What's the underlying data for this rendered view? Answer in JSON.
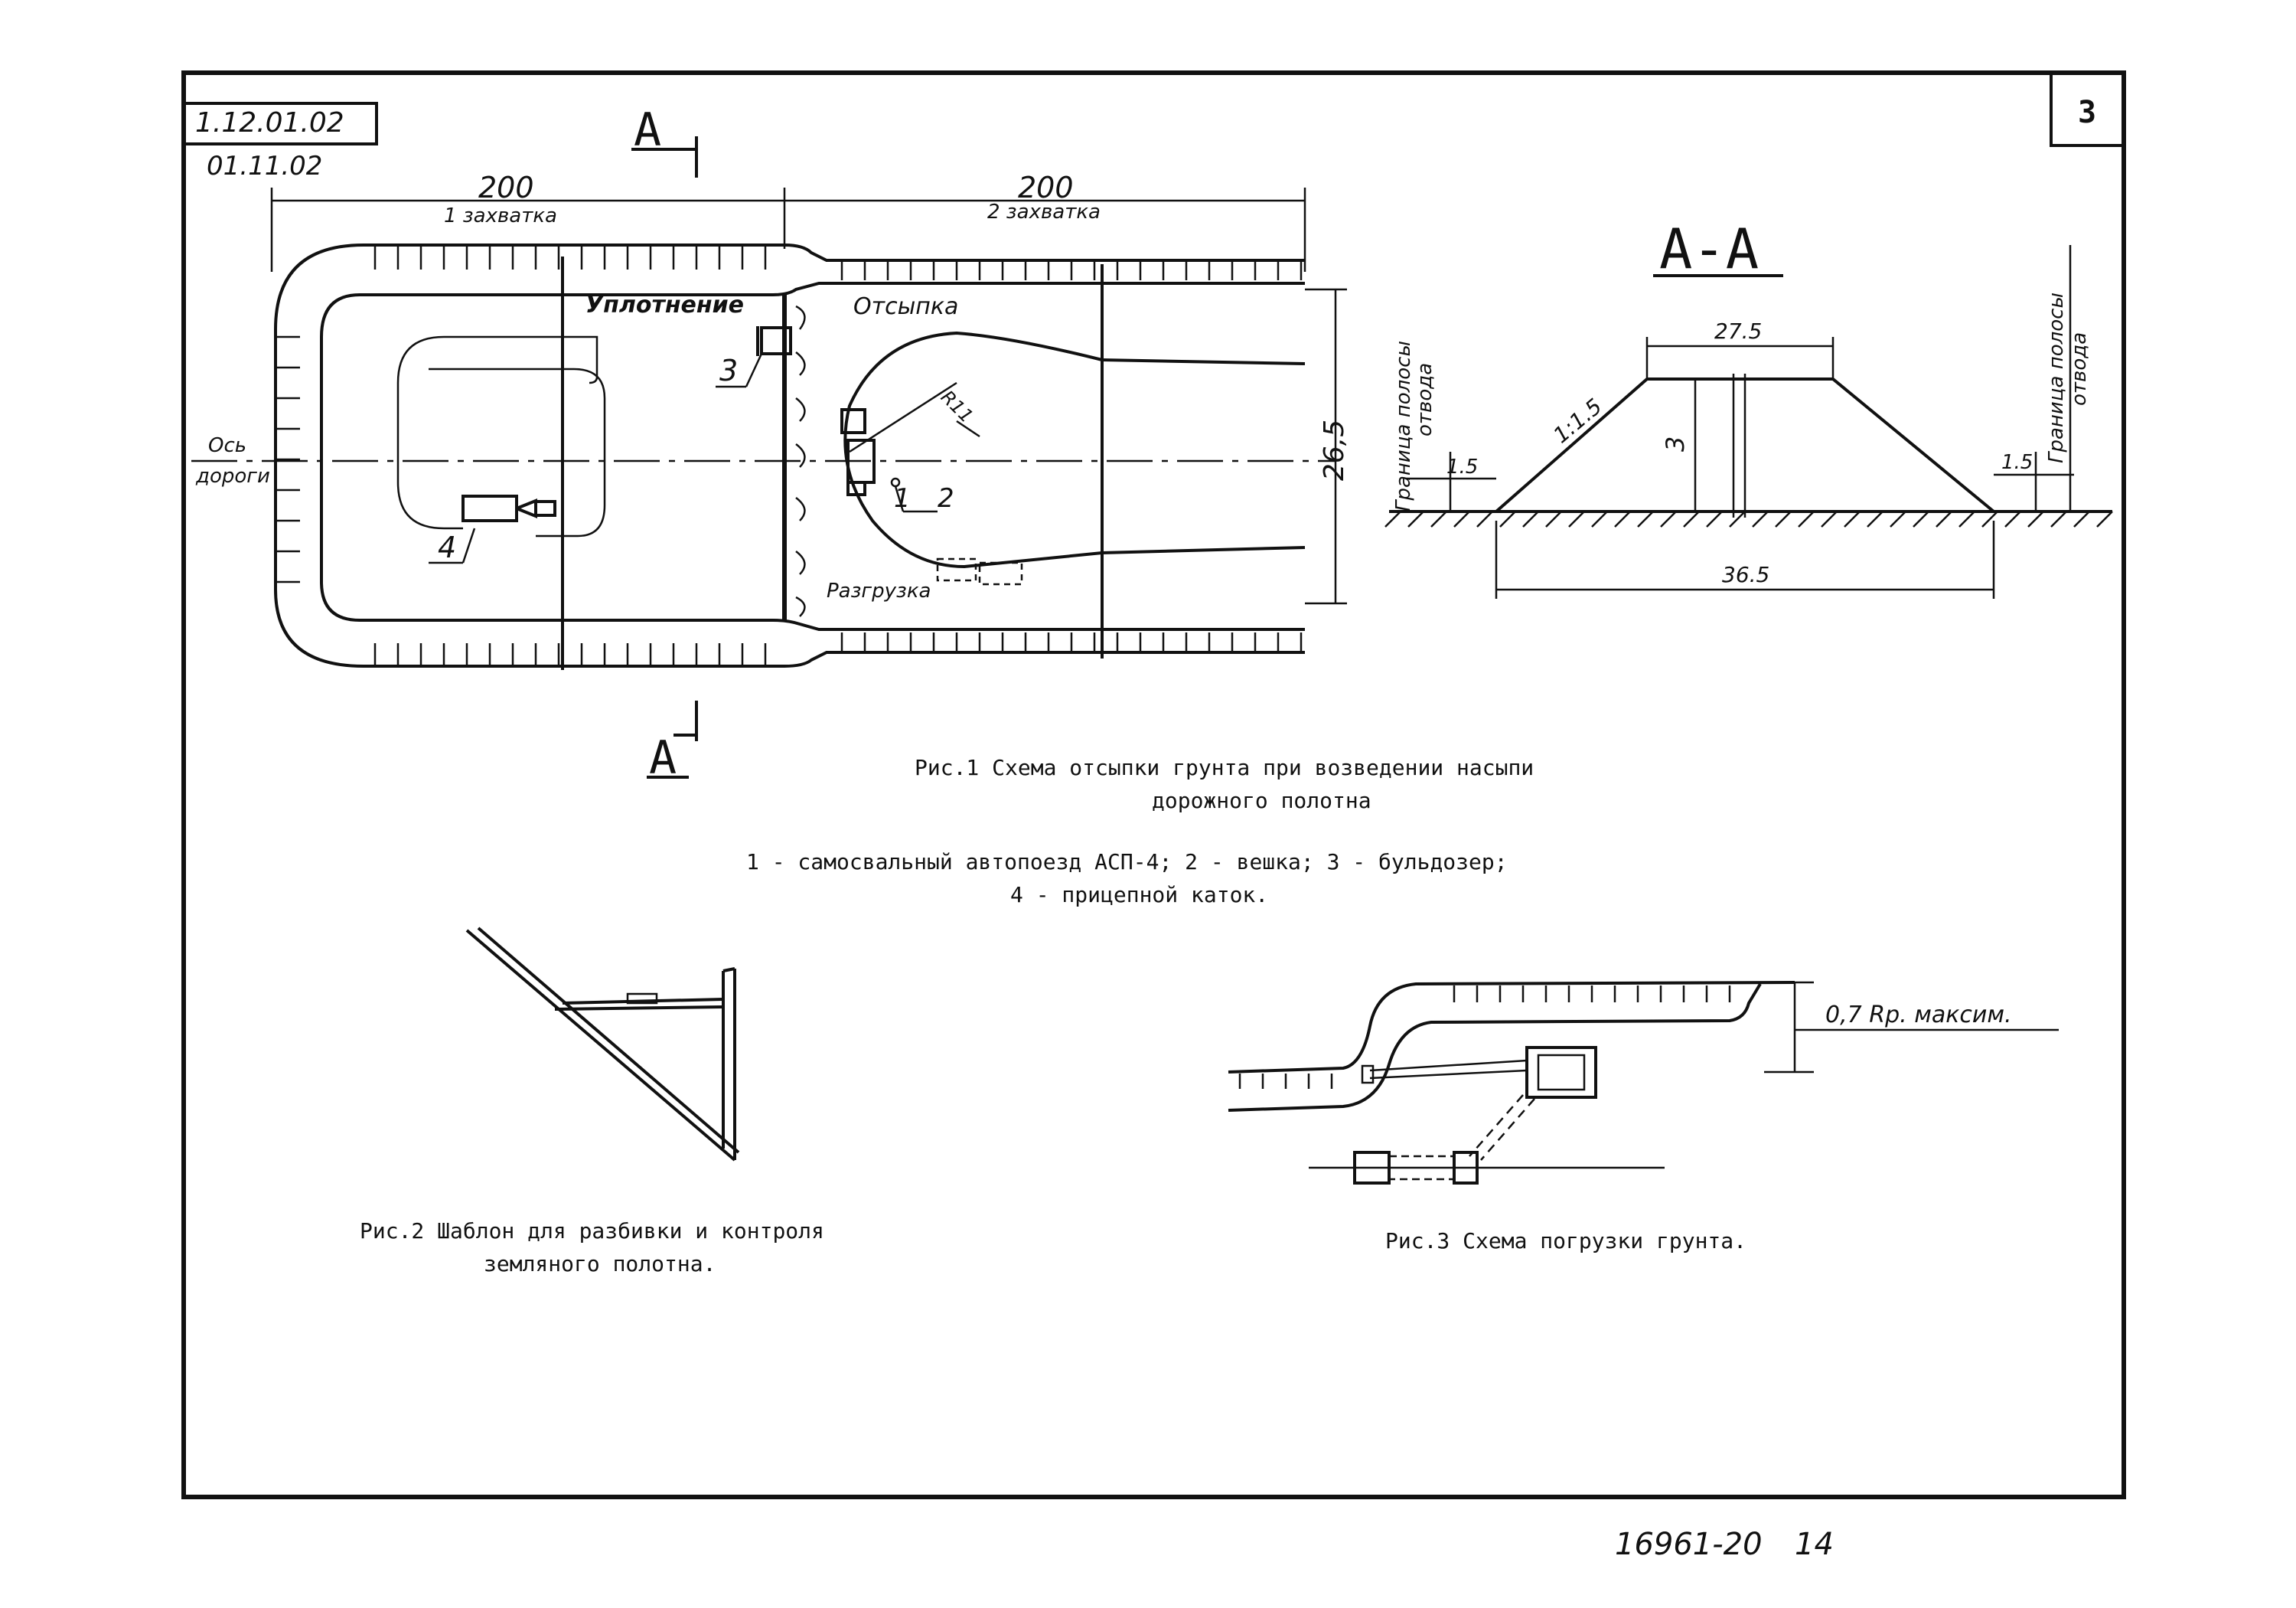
{
  "sheet": {
    "code": "1.12.01.02",
    "sub_code": "01.11.02",
    "sheet_number": "3",
    "footer_code": "16961-20",
    "footer_page": "14"
  },
  "fig1": {
    "section_mark": "А",
    "dim_left": "200",
    "dim_right": "200",
    "zone_left": "1 захватка",
    "zone_right": "2 захватка",
    "label_compaction": "Уплотнение",
    "label_dumping": "Отсыпка",
    "label_unloading": "Разгрузка",
    "road_axis_line1": "Ось",
    "road_axis_line2": "дороги",
    "radius_label": "R11",
    "width_label": "26,5",
    "marker_1": "1",
    "marker_2": "2",
    "marker_3": "3",
    "marker_4": "4",
    "caption_line1": "Рис.1  Схема отсыпки грунта при возведении насыпи",
    "caption_line2": "дорожного полотна",
    "legend_line1": "1 - самосвальный автопоезд АСП-4;  2 - вешка;  3 - бульдозер;",
    "legend_line2": "4 - прицепной каток."
  },
  "section_aa": {
    "title": "А-А",
    "top_width": "27.5",
    "slope": "1:1.5",
    "height": "3",
    "base_width": "36.5",
    "offset_left": "1.5",
    "offset_right": "1.5",
    "boundary_line1": "Граница полосы",
    "boundary_line2": "отвода"
  },
  "fig2": {
    "caption_line1": "Рис.2   Шаблон для разбивки и контроля",
    "caption_line2": "земляного полотна."
  },
  "fig3": {
    "dim_label": "0,7 Rр. максим.",
    "caption": "Рис.3  Схема погрузки грунта."
  }
}
